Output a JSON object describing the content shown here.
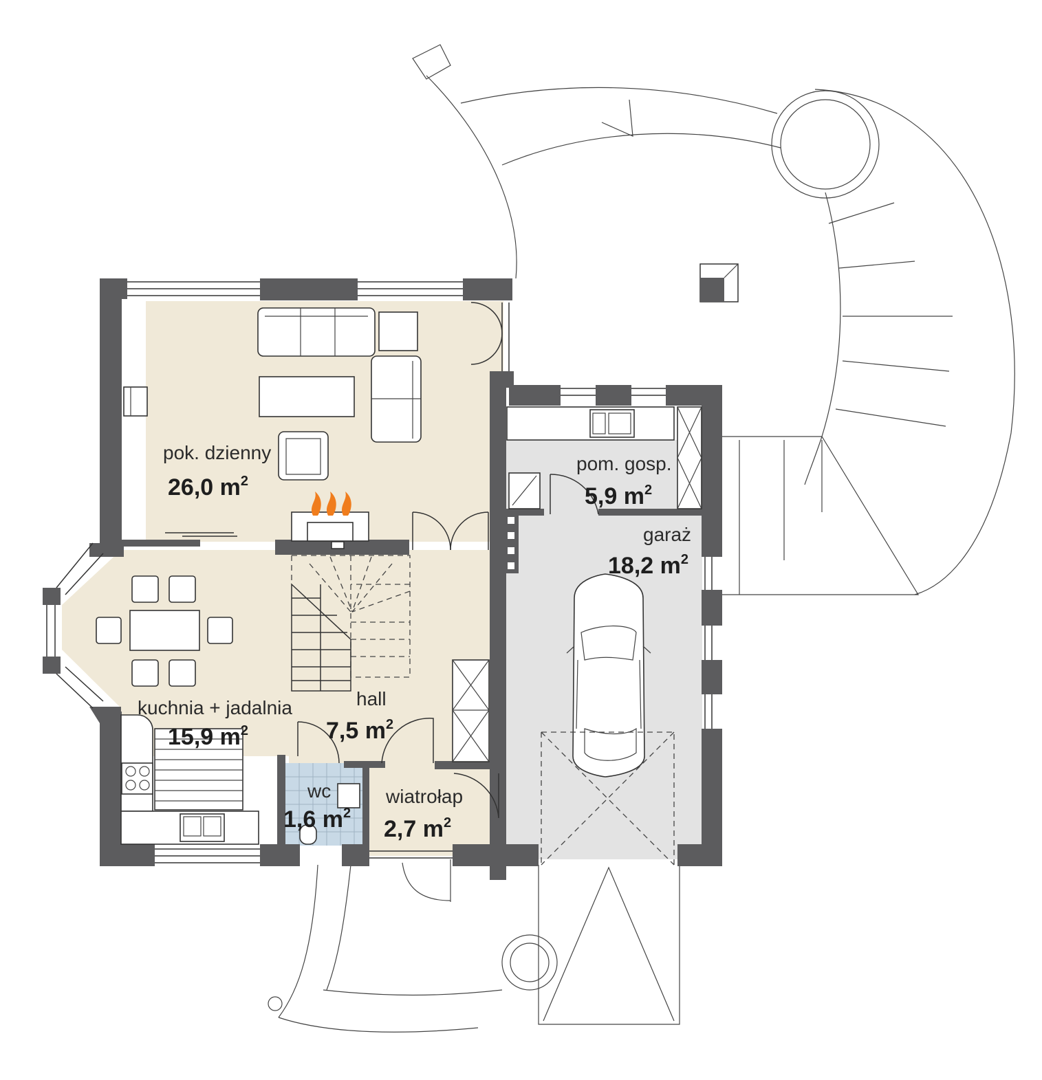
{
  "rooms": [
    {
      "name": "pok. dzienny",
      "area": "26,0 m",
      "unit_sup": "2"
    },
    {
      "name": "kuchnia + jadalnia",
      "area": "15,9 m",
      "unit_sup": "2"
    },
    {
      "name": "hall",
      "area": "7,5 m",
      "unit_sup": "2"
    },
    {
      "name": "wc",
      "area": "1,6 m",
      "unit_sup": "2"
    },
    {
      "name": "wiatrołap",
      "area": "2,7 m",
      "unit_sup": "2"
    },
    {
      "name": "pom. gosp.",
      "area": "5,9 m",
      "unit_sup": "2"
    },
    {
      "name": "garaż",
      "area": "18,2 m",
      "unit_sup": "2"
    }
  ],
  "colors": {
    "living_floor": "#f0e9d8",
    "garage_floor": "#e3e3e3",
    "wc_floor": "#c8d9e6",
    "wall": "#5c5c5e",
    "flame": "#f07d1d"
  }
}
